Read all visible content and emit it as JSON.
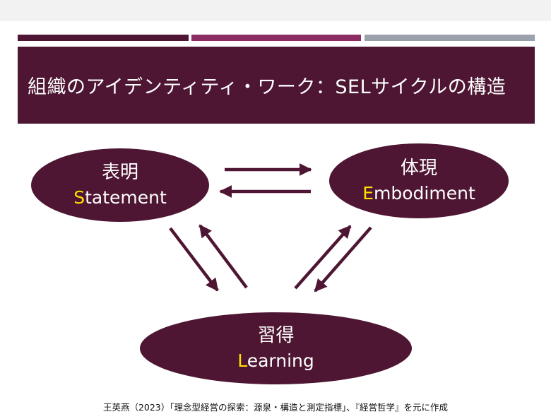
{
  "colors": {
    "primary": "#4e1633",
    "accent_magenta": "#8b2c62",
    "accent_gray": "#9aa1aa",
    "initial_highlight": "#ffde00"
  },
  "title": "組織のアイデンティティ・ワーク：SELサイクルの構造",
  "nodes": {
    "statement": {
      "jp": "表明",
      "initial": "S",
      "en_rest": "tatement"
    },
    "embodiment": {
      "jp": "体現",
      "initial": "E",
      "en_rest": "mbodiment"
    },
    "learning": {
      "jp": "習得",
      "initial": "L",
      "en_rest": "earning"
    }
  },
  "source": "王英燕（2023）「理念型経営の探索：源泉・構造と測定指標」、『経営哲学』を元に作成"
}
